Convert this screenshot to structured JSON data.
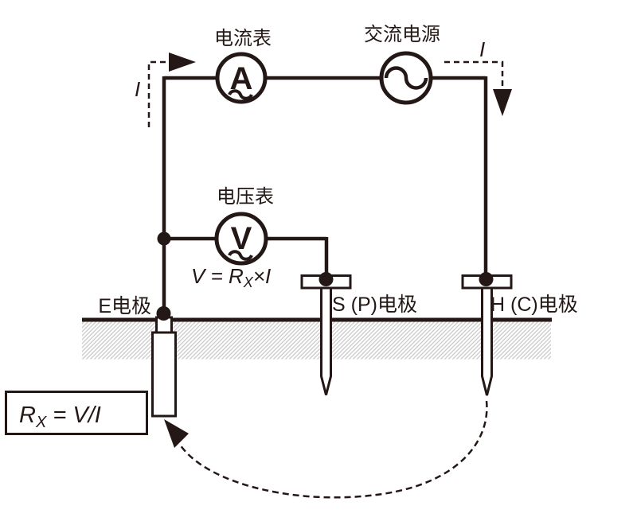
{
  "diagram": {
    "labels": {
      "ammeter": "电流表",
      "ac_source": "交流电源",
      "voltmeter": "电压表",
      "electrode_e": "E电极",
      "electrode_s": "S (P)电极",
      "electrode_h": "H (C)电极"
    },
    "meters": {
      "ammeter_symbol": "A",
      "voltmeter_symbol": "V"
    },
    "current": {
      "left": "I",
      "right": "I"
    },
    "formula_voltage": {
      "p1": "V = R",
      "sub": "X",
      "p2": "×I"
    },
    "formula_resistance": {
      "p1": "R",
      "sub": "X",
      "p2": " = V/I"
    },
    "colors": {
      "line": "#231815",
      "soil_hatch": "#c9c9c9",
      "background": "#ffffff"
    }
  }
}
